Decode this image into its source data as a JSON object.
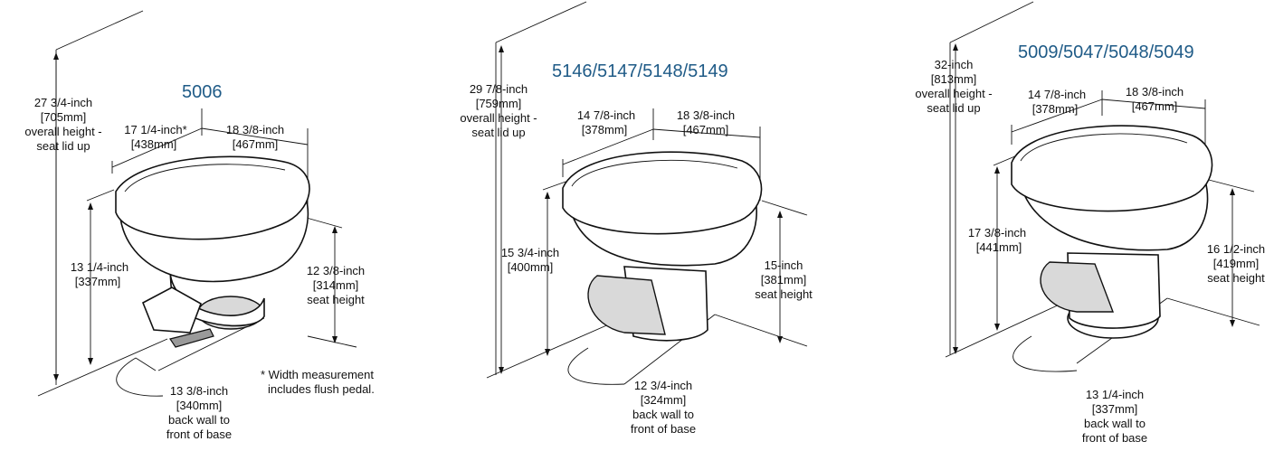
{
  "toilets": [
    {
      "model": "5006",
      "overall_height": [
        "27 3/4-inch",
        "[705mm]",
        "overall height -",
        "seat lid up"
      ],
      "width_left": [
        "17 1/4-inch*",
        "[438mm]"
      ],
      "width_right": [
        "18 3/8-inch",
        "[467mm]"
      ],
      "rim_height": [
        "13 1/4-inch",
        "[337mm]"
      ],
      "seat_height": [
        "12 3/8-inch",
        "[314mm]",
        "seat height"
      ],
      "depth": [
        "13 3/8-inch",
        "[340mm]",
        "back wall to",
        "front of base"
      ],
      "footnote": [
        "* Width measurement",
        "includes flush pedal."
      ]
    },
    {
      "model": "5146/5147/5148/5149",
      "overall_height": [
        "29 7/8-inch",
        "[759mm]",
        "overall height -",
        "seat lid up"
      ],
      "width_left": [
        "14 7/8-inch",
        "[378mm]"
      ],
      "width_right": [
        "18 3/8-inch",
        "[467mm]"
      ],
      "rim_height": [
        "15 3/4-inch",
        "[400mm]"
      ],
      "seat_height": [
        "15-inch",
        "[381mm]",
        "seat height"
      ],
      "depth": [
        "12 3/4-inch",
        "[324mm]",
        "back wall to",
        "front of base"
      ]
    },
    {
      "model": "5009/5047/5048/5049",
      "overall_height": [
        "32-inch",
        "[813mm]",
        "overall height -",
        "seat lid up"
      ],
      "width_left": [
        "14 7/8-inch",
        "[378mm]"
      ],
      "width_right": [
        "18 3/8-inch",
        "[467mm]"
      ],
      "rim_height": [
        "17 3/8-inch",
        "[441mm]"
      ],
      "seat_height": [
        "16 1/2-inch",
        "[419mm]",
        "seat height"
      ],
      "depth": [
        "13 1/4-inch",
        "[337mm]",
        "back wall to",
        "front of base"
      ]
    }
  ]
}
